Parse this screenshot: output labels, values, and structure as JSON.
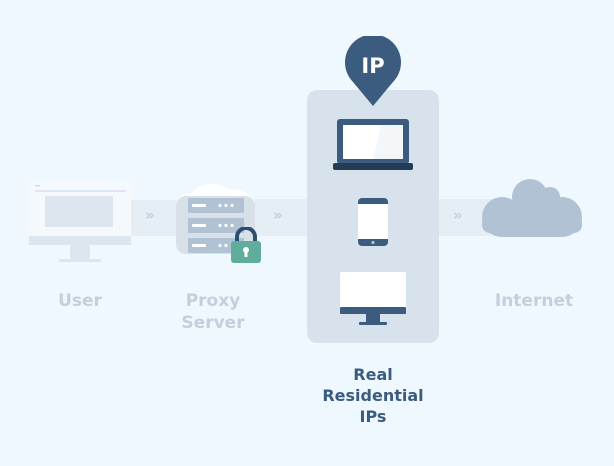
{
  "diagram": {
    "nodes": [
      {
        "id": "user",
        "label": "User",
        "icon": "desktop-monitor-icon"
      },
      {
        "id": "proxy",
        "label": "Proxy Server",
        "label_lines": [
          "Proxy",
          "Server"
        ],
        "icon": "server-stack-icon",
        "badge_icon": "padlock-icon"
      },
      {
        "id": "residential",
        "label": "Real Residential IPs",
        "label_lines": [
          "Real",
          "Residential",
          "IPs"
        ],
        "icons": [
          "laptop-icon",
          "smartphone-icon",
          "desktop-monitor-icon"
        ],
        "pin_text": "IP"
      },
      {
        "id": "internet",
        "label": "Internet",
        "icon": "cloud-icon"
      }
    ],
    "connectors": [
      {
        "from": "user",
        "to": "proxy",
        "glyph": "»"
      },
      {
        "from": "proxy",
        "to": "residential",
        "glyph": "»"
      },
      {
        "from": "residential",
        "to": "internet",
        "glyph": "»"
      }
    ]
  },
  "colors": {
    "background": "#eef8fe",
    "muted": "#c3cfdc",
    "accent": "#3b5c7f",
    "lock": "#5fad9a",
    "cloud": "#b0c2d3"
  }
}
